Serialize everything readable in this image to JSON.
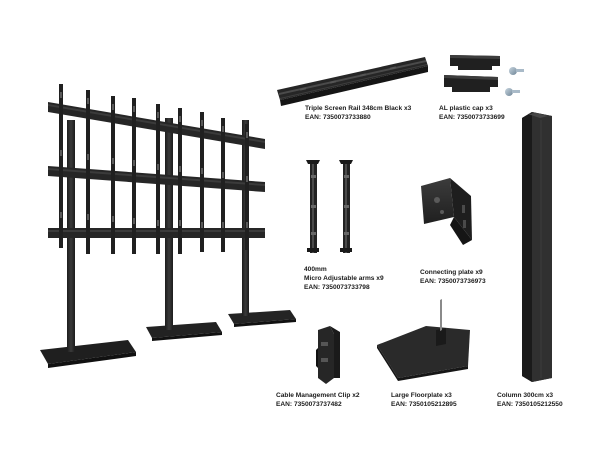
{
  "colors": {
    "metal": "#2b2b2b",
    "metal_dark": "#1a1a1a",
    "metal_light": "#4a4a4a",
    "screw": "#8fa3b4",
    "background": "#ffffff"
  },
  "icons": {
    "video_wall_stand": "video-wall-stand-illustration",
    "screen_rail": "screen-rail-illustration",
    "plastic_cap": "plastic-cap-illustration",
    "screw": "screw-icon",
    "micro_arm": "adjustable-arm-illustration",
    "connecting_plate": "connecting-plate-illustration",
    "column": "column-illustration",
    "clip": "cable-clip-illustration",
    "floorplate": "floorplate-illustration"
  },
  "parts": {
    "screen_rail": {
      "name": "Triple Screen Rail 348cm Black x3",
      "ean": "EAN: 7350073733880"
    },
    "plastic_cap": {
      "name": "AL plastic cap x3",
      "ean": "EAN: 7350073733699"
    },
    "micro_arms": {
      "size": "400mm",
      "name": "Micro Adjustable arms x9",
      "ean": "EAN: 7350073733798"
    },
    "connecting_plate": {
      "name": "Connecting plate x9",
      "ean": "EAN: 7350073736973"
    },
    "cable_clip": {
      "name": "Cable Management Clip x2",
      "ean": "EAN: 7350073737482"
    },
    "floorplate": {
      "name": "Large Floorplate x3",
      "ean": "EAN: 7350105212895"
    },
    "column": {
      "name": "Column 300cm x3",
      "ean": "EAN: 7350105212550"
    }
  }
}
